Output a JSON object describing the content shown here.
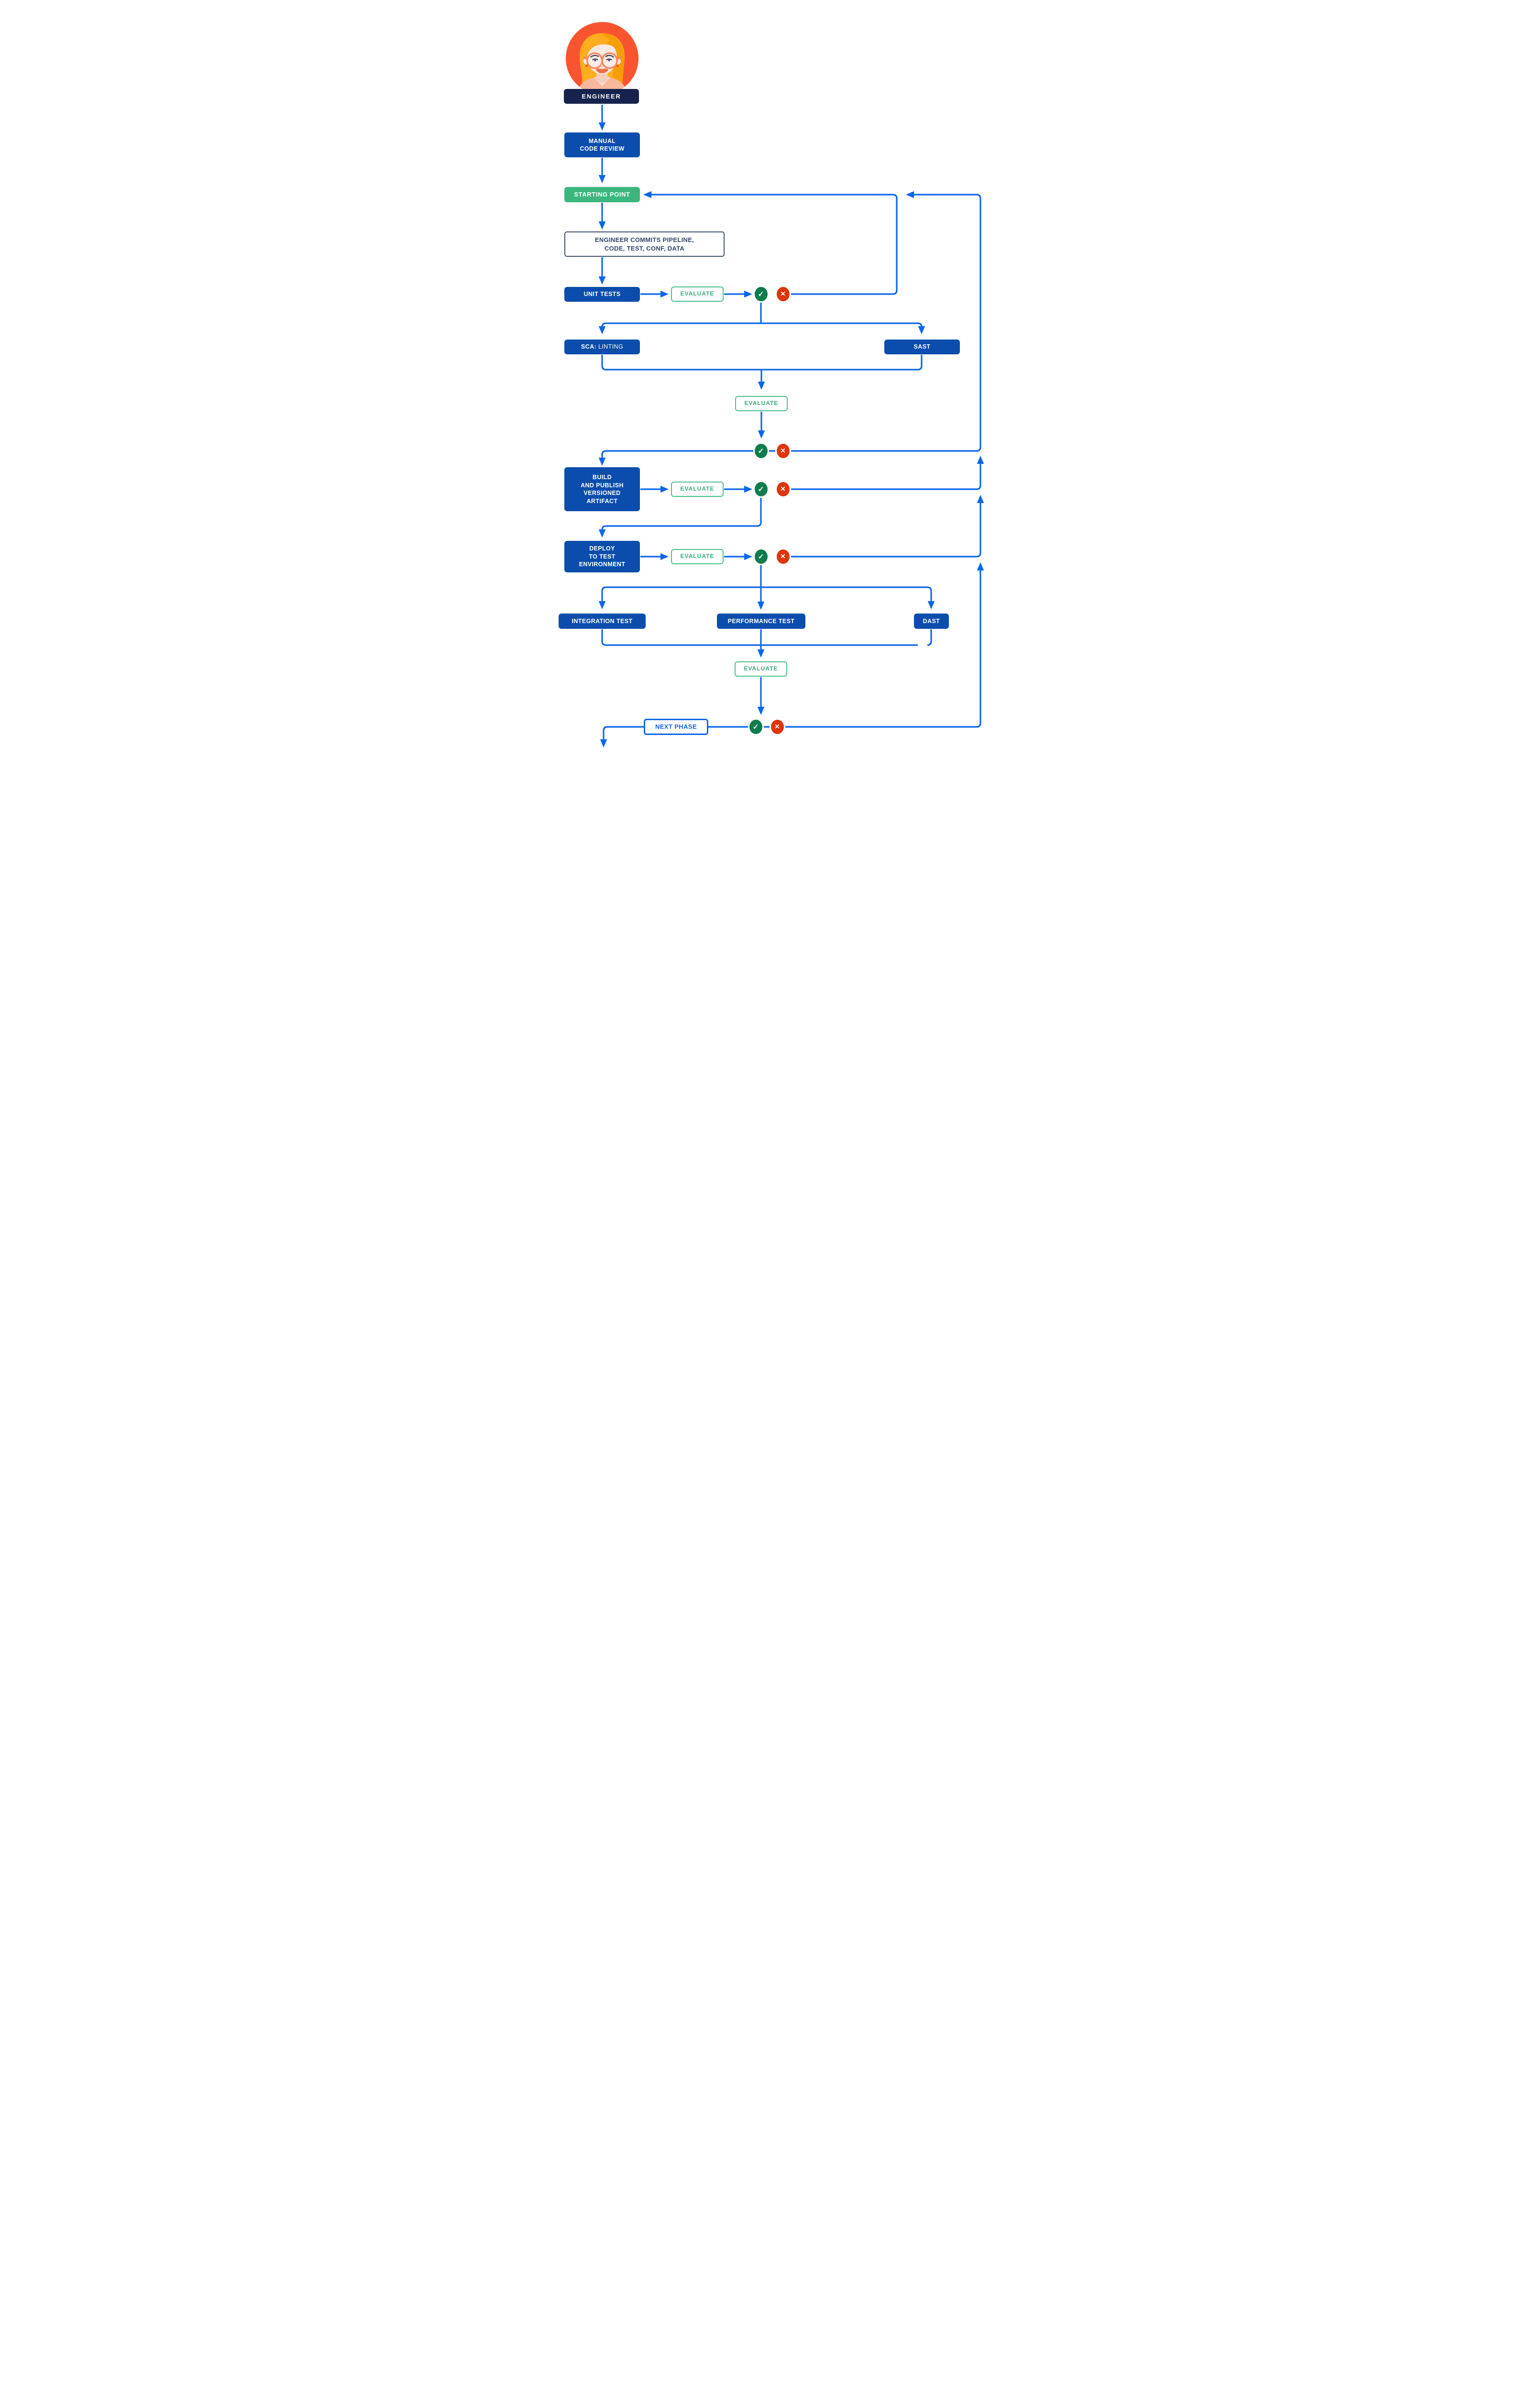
{
  "palette": {
    "line_blue": "#0C66E9",
    "node_blue": "#0A4DAC",
    "navy": "#16234D",
    "green_fill": "#3BB77E",
    "green_border": "#4FBD8C",
    "green_text": "#38AD76",
    "check_green": "#0E7D4B",
    "cross_red": "#DE350B",
    "note_border": "#3D5270",
    "note_text": "#2F4568",
    "avatar_bg": "#F95430",
    "avatar_hair": "#FFAD1E"
  },
  "avatar": {
    "label": "ENGINEER"
  },
  "nodes": {
    "manual_code_review": [
      "MANUAL",
      "CODE REVIEW"
    ],
    "starting_point": "STARTING POINT",
    "commit_note": [
      "ENGINEER COMMITS PIPELINE,",
      "CODE, TEST, CONF, DATA"
    ],
    "unit_tests": "UNIT TESTS",
    "evaluate": "EVALUATE",
    "sca": {
      "prefix": "SCA:",
      "rest": " LINTING"
    },
    "sast": "SAST",
    "build_artifact": [
      "BUILD",
      "AND PUBLISH",
      "VERSIONED",
      "ARTIFACT"
    ],
    "deploy_test": [
      "DEPLOY",
      "TO TEST",
      "ENVIRONMENT"
    ],
    "integration_test": "INTEGRATION TEST",
    "performance_test": "PERFORMANCE TEST",
    "dast": "DAST",
    "next_phase": "NEXT PHASE"
  },
  "icons": {
    "pass": "✓",
    "fail": "✕"
  }
}
